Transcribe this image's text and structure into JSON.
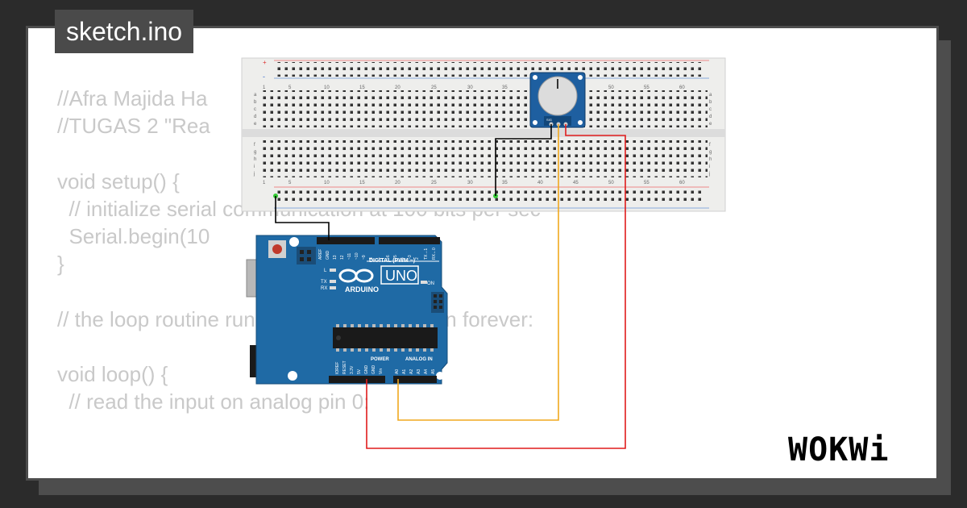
{
  "header": {
    "filename": "sketch.ino"
  },
  "code": {
    "lines": [
      "//Afra Majida Ha",
      "//TUGAS 2 \"Rea",
      "",
      "void setup() {",
      "  // initialize serial communication at 100 bits per sec",
      "  Serial.begin(10",
      "}",
      "",
      "// the loop routine runs over and over again forever:",
      "",
      "void loop() {",
      "  // read the input on analog pin 0:"
    ]
  },
  "breadboard": {
    "column_numbers": [
      "1",
      "5",
      "10",
      "15",
      "20",
      "25",
      "30",
      "35",
      "40",
      "45",
      "50",
      "55",
      "60"
    ],
    "row_letters_top": [
      "a",
      "b",
      "c",
      "d",
      "e"
    ],
    "row_letters_bottom": [
      "f",
      "g",
      "h",
      "i",
      "j"
    ],
    "rail_plus": "+",
    "rail_minus": "-"
  },
  "arduino": {
    "board_name": "UNO",
    "brand": "ARDUINO",
    "digital_label": "DIGITAL (PWM ~)",
    "power_label": "POWER",
    "analog_label": "ANALOG IN",
    "on_label": "ON",
    "tx_label": "TX",
    "rx_label": "RX",
    "l_label": "L",
    "top_pins": [
      "AREF",
      "GND",
      "13",
      "12",
      "~11",
      "~10",
      "~9",
      "8",
      "7",
      "~6",
      "~5",
      "4",
      "~3",
      "2",
      "TX→1",
      "RX←0"
    ],
    "power_pins": [
      "IOREF",
      "RESET",
      "3.3V",
      "5V",
      "GND",
      "GND",
      "Vin"
    ],
    "analog_pins": [
      "A0",
      "A1",
      "A2",
      "A3",
      "A4",
      "A5"
    ]
  },
  "potentiometer": {
    "pins": [
      "GND",
      "SIG",
      "VCC"
    ]
  },
  "brand": {
    "logo": "WOKWi"
  },
  "colors": {
    "background": "#2b2b2b",
    "board_blue": "#1f6aa5",
    "wire_black": "#000000",
    "wire_orange": "#f0a81e",
    "wire_red": "#e01c1c"
  }
}
